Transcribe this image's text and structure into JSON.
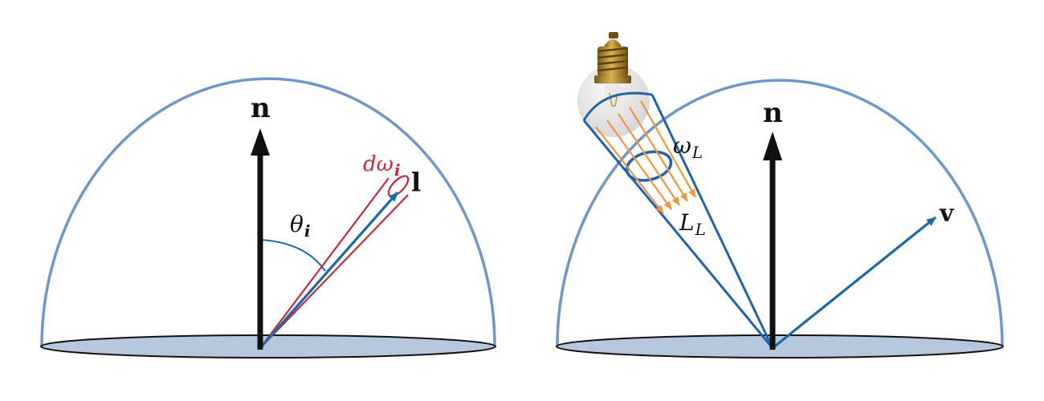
{
  "left_panel": {
    "normal_label": "n",
    "light_label": "l",
    "angle_symbol": "θ",
    "angle_subscript": "i",
    "solid_angle_symbol": "dω",
    "solid_angle_subscript": "i"
  },
  "right_panel": {
    "normal_label": "n",
    "view_label": "v",
    "solid_angle_symbol": "ω",
    "solid_angle_subscript": "L",
    "radiance_symbol": "L",
    "radiance_subscript": "L"
  },
  "icons": {
    "light_bulb": "light-bulb-icon"
  },
  "colors": {
    "hemisphere": "#6f97c8",
    "base_fill": "#b8c8dc",
    "blue_vector": "#1a6aa6",
    "cone_red": "#c8283c",
    "cone_blue": "#1f64ad",
    "rays": "#f0963c",
    "normal": "#111111"
  }
}
